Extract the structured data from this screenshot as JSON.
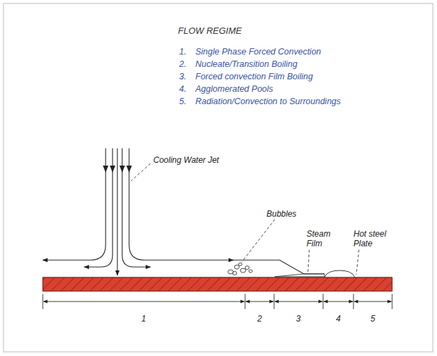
{
  "diagram": {
    "title": "FLOW REGIME",
    "labels": [
      "1.",
      "Single Phase Forced Convection",
      "2.",
      "Nucleate/Transition Boiling",
      "3.",
      "Forced convection Film Boiling",
      "4.",
      "Agglomerated Pools",
      "5.",
      "Radiation/Convection to Surroundings",
      "Cooling Water Jet",
      "Bubbles",
      "Steam Film",
      "Hot steel Plate",
      "1",
      "2",
      "3",
      "4",
      "5"
    ]
  }
}
